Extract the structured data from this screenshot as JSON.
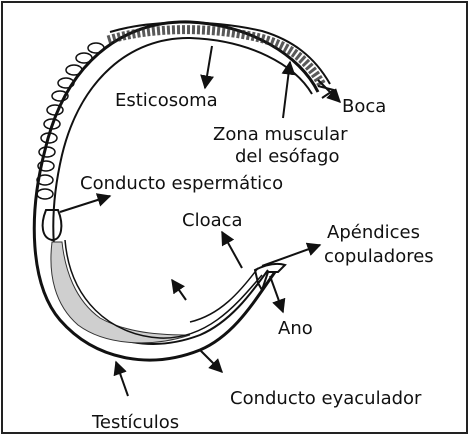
{
  "labels": {
    "esticosoma": "Esticosoma",
    "boca": "Boca",
    "zona_line1": "Zona muscular",
    "zona_line2": "del esófago",
    "conducto_espermatico": "Conducto espermático",
    "cloaca": "Cloaca",
    "apendices_line1": "Apéndices",
    "apendices_line2": "copuladores",
    "ano": "Ano",
    "conducto_eyaculador": "Conducto eyaculador",
    "testiculos": "Testículos"
  }
}
